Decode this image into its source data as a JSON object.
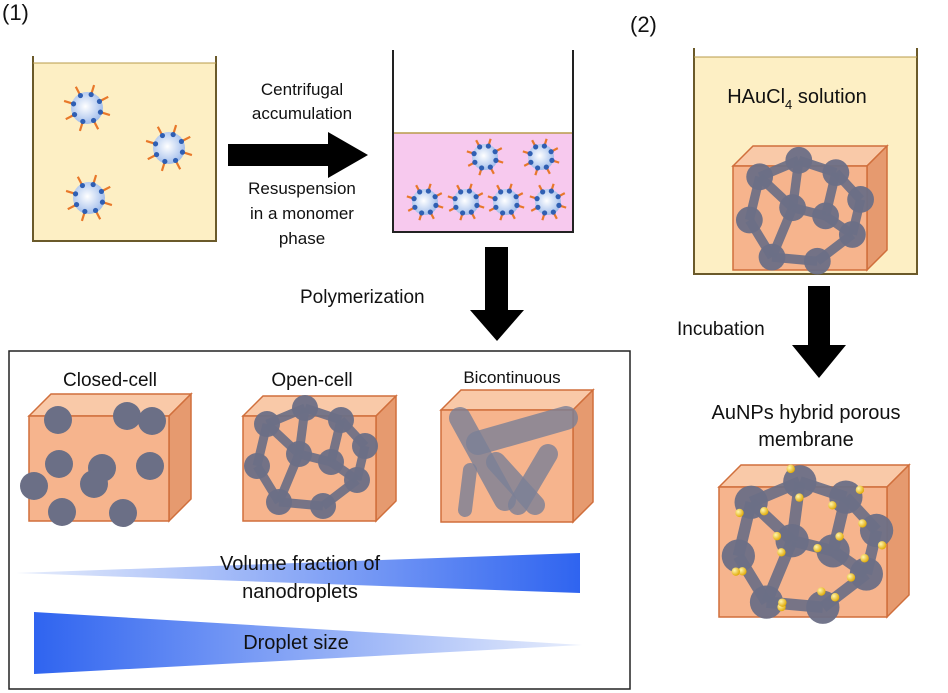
{
  "panel_labels": {
    "p1": "(1)",
    "p2": "(2)"
  },
  "step1": {
    "arrow_top_line1": "Centrifugal",
    "arrow_top_line2": "accumulation",
    "arrow_bottom_line1": "Resuspension",
    "arrow_bottom_line2": "in a monomer",
    "arrow_bottom_line3": "phase",
    "down_arrow_label": "Polymerization"
  },
  "morphologies": {
    "closed_cell": "Closed-cell",
    "open_cell": "Open-cell",
    "bicontinuous": "Bicontinuous"
  },
  "gradients": {
    "volume_fraction_line1": "Volume fraction of",
    "volume_fraction_line2": "nanodroplets",
    "droplet_size": "Droplet size"
  },
  "step2": {
    "solution_main": "HAuCl",
    "solution_sub": "4",
    "solution_rest": " solution",
    "down_arrow_label": "Incubation",
    "product_line1": "AuNPs hybrid porous",
    "product_line2": "membrane"
  },
  "colors": {
    "container_fill": "#fdefc4",
    "container_stroke": "#6b5a2a",
    "monomer_phase": "#f7c9ee",
    "cube_front": "#f6b48d",
    "cube_side": "#e69a6f",
    "cube_top": "#f9c9a8",
    "cube_stroke": "#d06f3c",
    "pore": "#6b6f86",
    "droplet": "#a9c3ee",
    "surfactant_head": "#2f5fb3",
    "surfactant_tail": "#e8782a",
    "gold": "#f5c518",
    "gradient_dark": "#2f64f0",
    "gradient_light": "#e8eefc"
  }
}
